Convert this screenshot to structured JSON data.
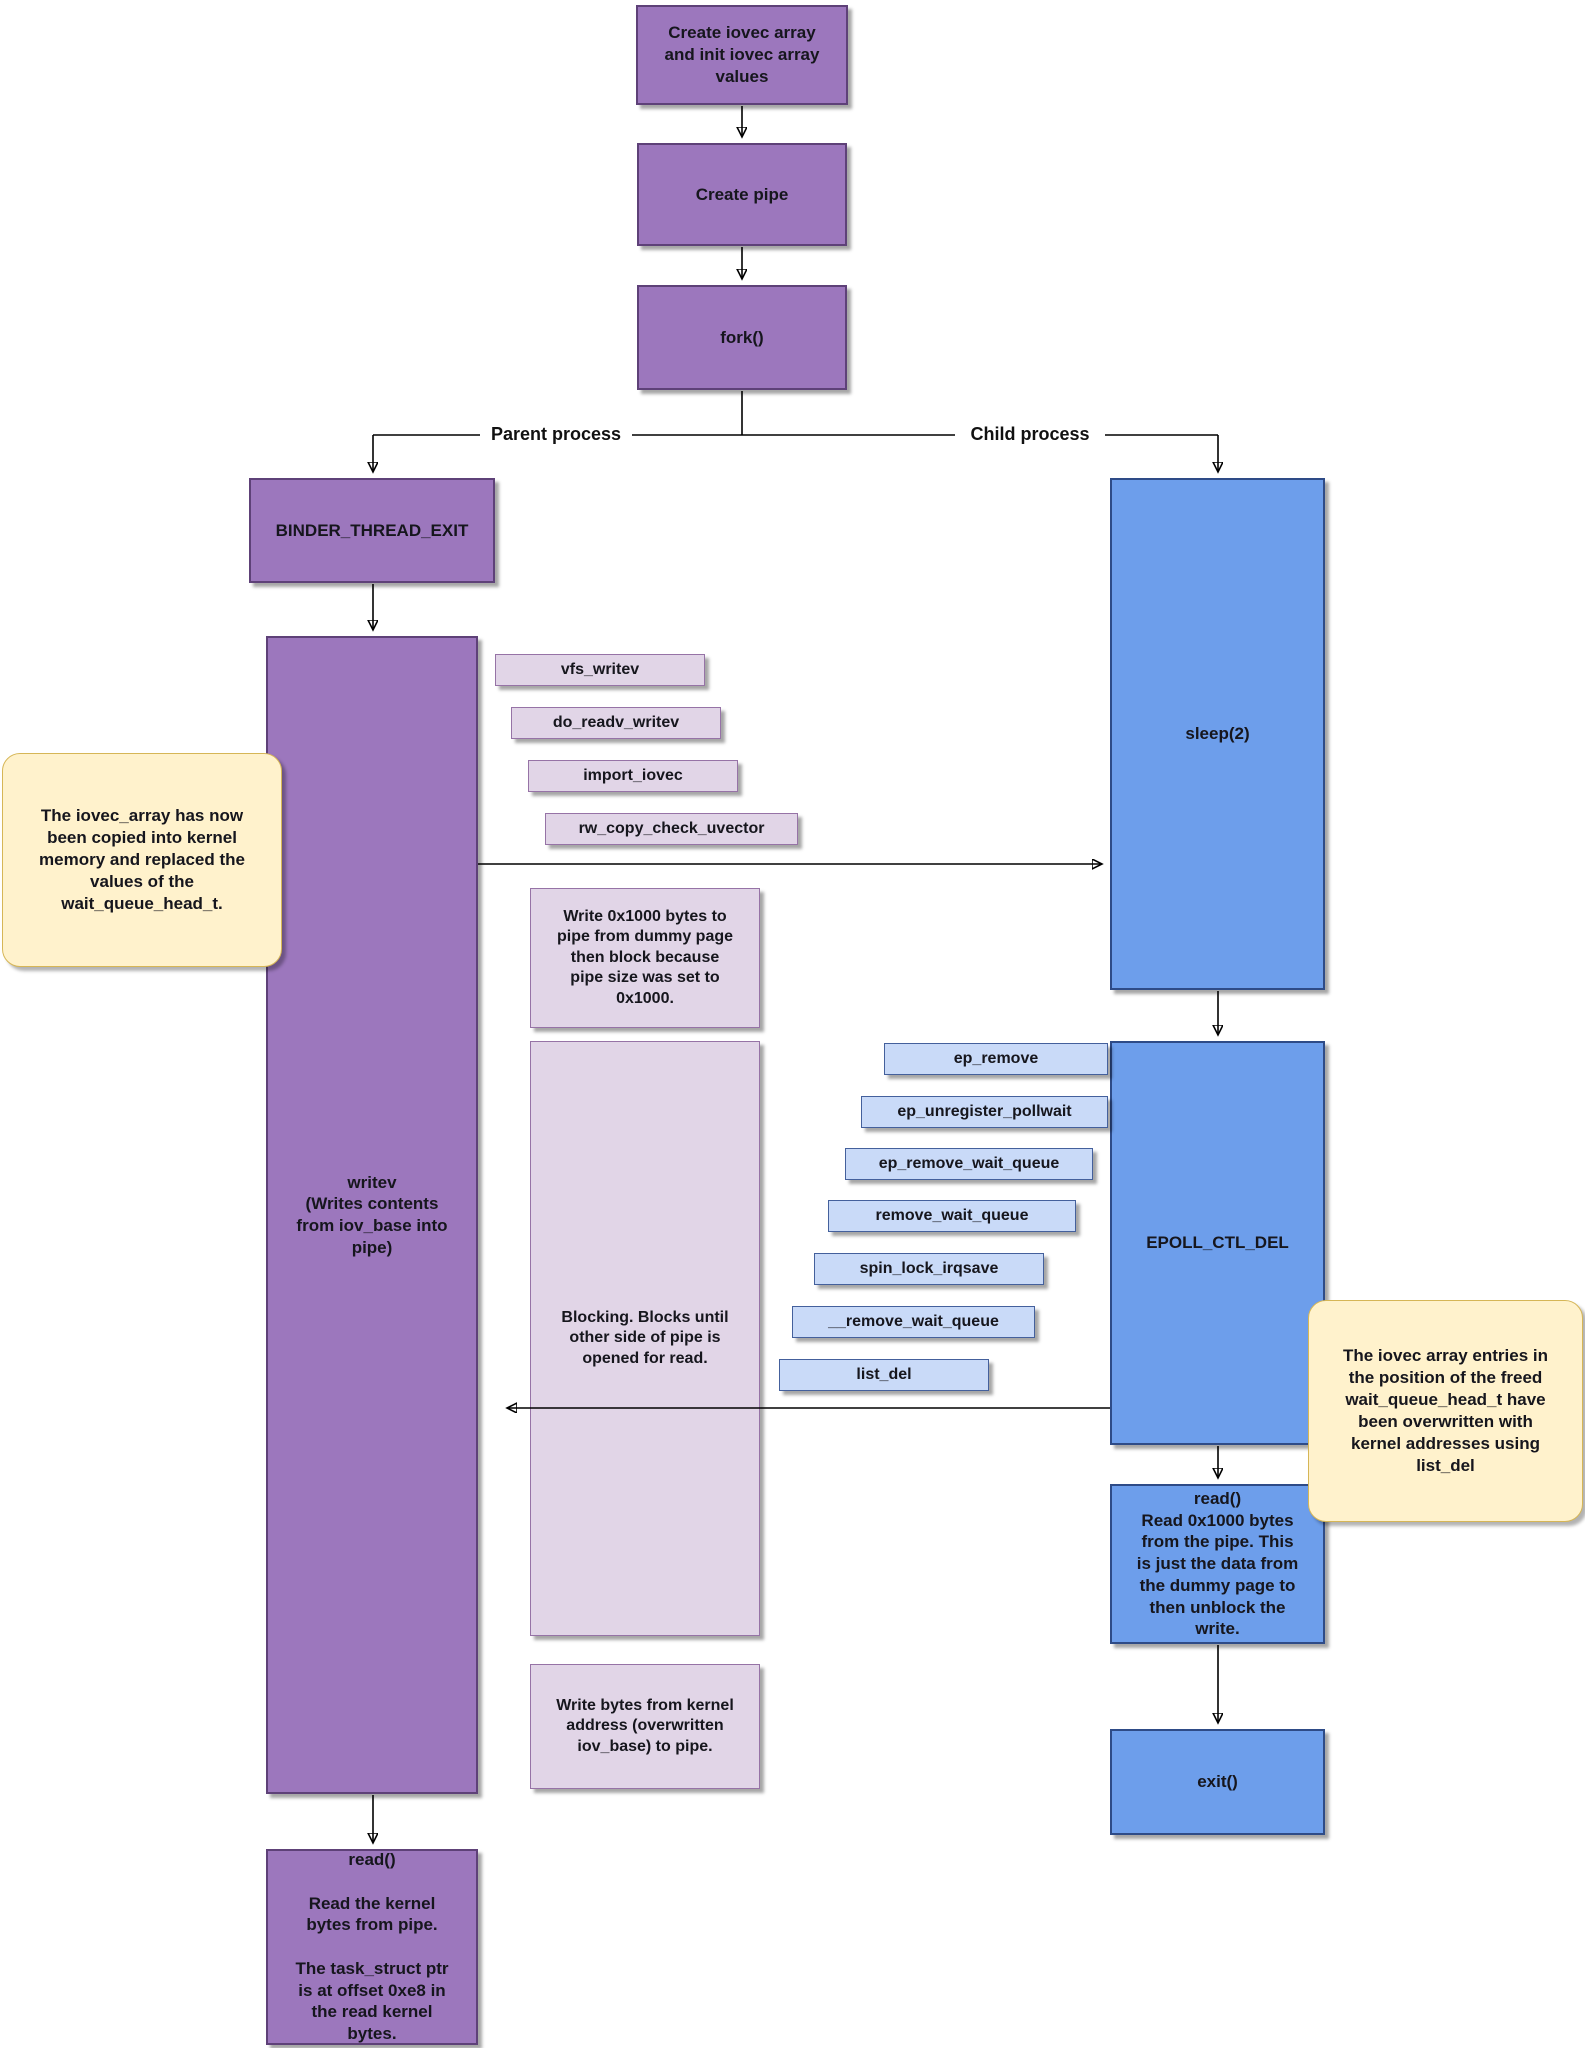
{
  "colors": {
    "node_purple": "#9c77bd",
    "node_purple_border": "#5e4178",
    "light_purple": "#e1d5e7",
    "light_purple_border": "#9673a6",
    "node_blue": "#6d9eeb",
    "node_blue_border": "#2e4b87",
    "light_blue": "#c9daf8",
    "light_blue_border": "#44609c",
    "callout_yellow": "#fff2cc",
    "callout_yellow_border": "#d6b656",
    "text": "#16161d"
  },
  "branches": {
    "parent": "Parent process",
    "child": "Child process"
  },
  "nodes": {
    "create_iovec": "Create iovec array\nand init iovec array\nvalues",
    "create_pipe": "Create pipe",
    "fork": "fork()",
    "binder_thread_exit": "BINDER_THREAD_EXIT",
    "writev": "writev\n(Writes contents\nfrom iov_base into\npipe)",
    "parent_read": "read()\n\nRead the kernel\nbytes from pipe.\n\nThe task_struct ptr\nis at offset 0xe8 in\nthe read kernel\nbytes.",
    "sleep": "sleep(2)",
    "epoll_ctl_del": "EPOLL_CTL_DEL",
    "child_read": "read()\nRead 0x1000 bytes\nfrom the pipe. This\nis just the data from\nthe dummy page to\nthen unblock the\nwrite.",
    "exit": "exit()"
  },
  "write_call_stack": [
    "vfs_writev",
    "do_readv_writev",
    "import_iovec",
    "rw_copy_check_uvector"
  ],
  "epoll_call_stack": [
    "ep_remove",
    "ep_unregister_pollwait",
    "ep_remove_wait_queue",
    "remove_wait_queue",
    "spin_lock_irqsave",
    "__remove_wait_queue",
    "list_del"
  ],
  "notes": {
    "write_block": "Write 0x1000 bytes to\npipe from dummy page\nthen block because\npipe size was set to\n0x1000.",
    "blocking": "Blocking. Blocks until\nother side of pipe is\nopened for read.",
    "write_kernel": "Write bytes from kernel\naddress (overwritten\niov_base) to pipe.",
    "callout_iovec_copied": "The iovec_array has now\nbeen copied into kernel\nmemory and replaced the\nvalues of the\nwait_queue_head_t.",
    "callout_list_del_overwrite": "The iovec array entries in\nthe position of the freed\nwait_queue_head_t have\nbeen overwritten with\nkernel addresses using\nlist_del"
  }
}
